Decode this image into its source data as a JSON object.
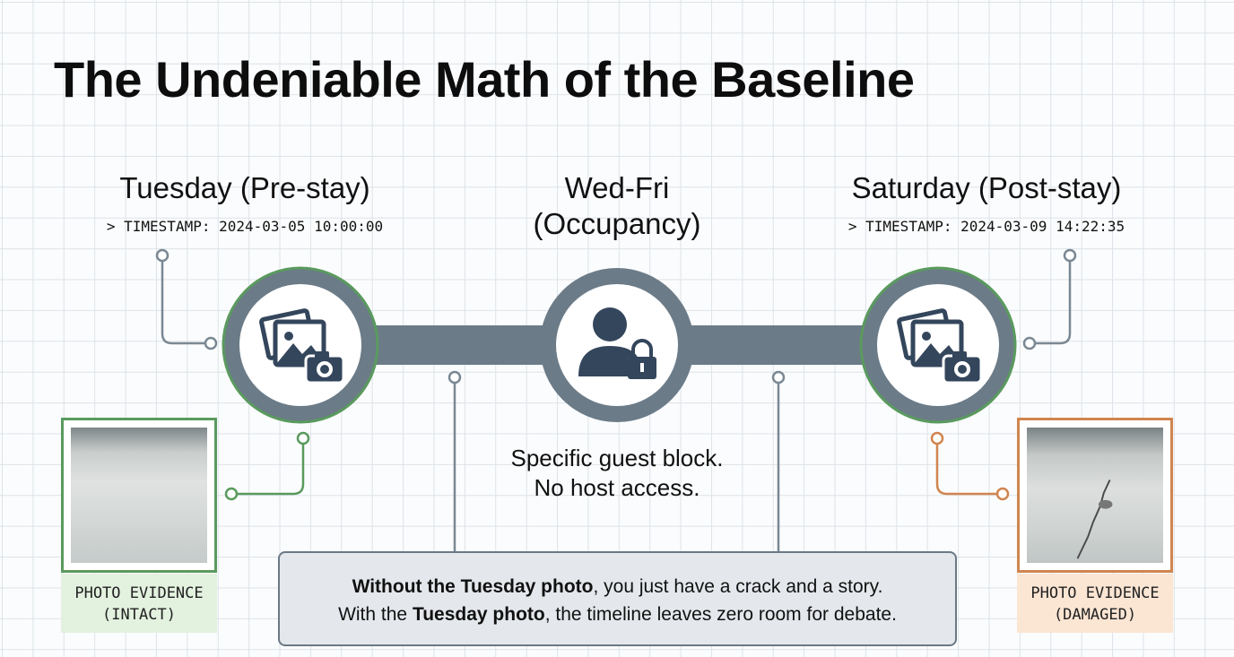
{
  "title": "The Undeniable Math of the Baseline",
  "stages": [
    {
      "label": "Tuesday (Pre-stay)",
      "timestamp": "> TIMESTAMP: 2024-03-05 10:00:00",
      "icon": "photo-camera-icon"
    },
    {
      "label_line1": "Wed-Fri",
      "label_line2": "(Occupancy)",
      "icon": "user-lock-icon",
      "note_line1": "Specific guest block.",
      "note_line2": "No host access."
    },
    {
      "label": "Saturday (Post-stay)",
      "timestamp": "> TIMESTAMP: 2024-03-09 14:22:35",
      "icon": "photo-camera-icon"
    }
  ],
  "evidence": [
    {
      "caption_line1": "PHOTO EVIDENCE",
      "caption_line2": "(INTACT)",
      "color": "#5a9a5e"
    },
    {
      "caption_line1": "PHOTO EVIDENCE",
      "caption_line2": "(DAMAGED)",
      "color": "#d0854f"
    }
  ],
  "summary": {
    "line1_bold": "Without the Tuesday photo",
    "line1_rest": ", you just have a crack and a story.",
    "line2_pre": "With the ",
    "line2_bold": "Tuesday photo",
    "line2_rest": ", the timeline leaves zero room for debate."
  },
  "colors": {
    "bar": "#6b7b88",
    "green": "#5a9a5e",
    "orange": "#d0854f",
    "icon": "#34465c"
  }
}
